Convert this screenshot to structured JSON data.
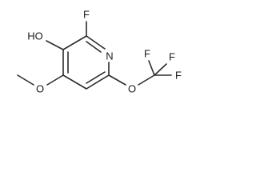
{
  "molecule": {
    "atoms": {
      "f_top": "F",
      "hydroxyl": "HO",
      "ring_nitrogen": "N",
      "methoxy_oxygen": "O",
      "ether_oxygen": "O",
      "cf3_f_top_left": "F",
      "cf3_f_top_right": "F",
      "cf3_f_right": "F"
    }
  },
  "colors": {
    "bond": "#2b2b2b",
    "label": "#1a1a1a",
    "background": "#ffffff"
  }
}
